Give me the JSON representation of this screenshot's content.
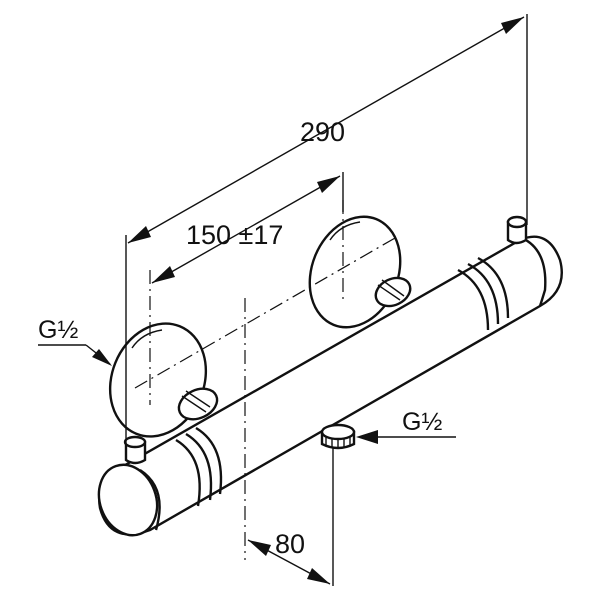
{
  "dimensions": {
    "overall_length": "290",
    "center_distance": "150 ±17",
    "outlet_offset": "80"
  },
  "connections": {
    "inlet_label": "G½",
    "outlet_label": "G½"
  }
}
